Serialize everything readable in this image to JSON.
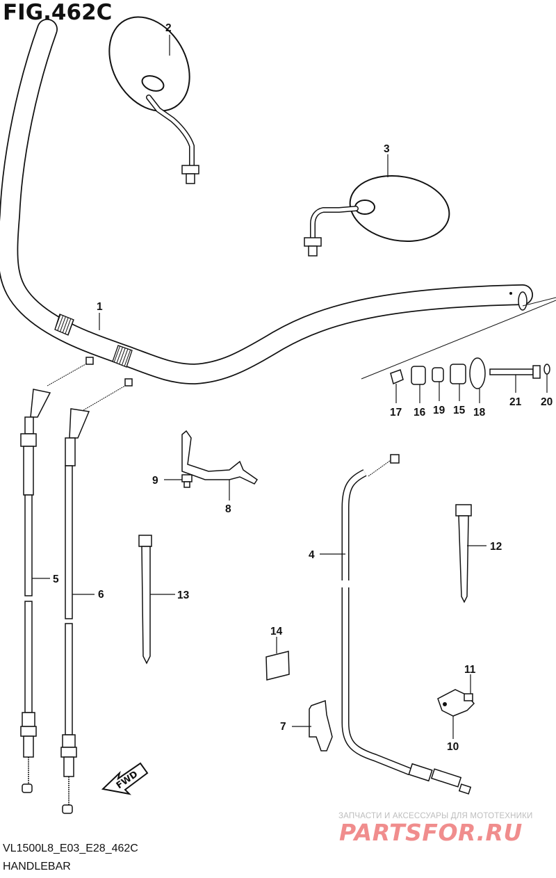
{
  "figure": {
    "title": "FIG.462C",
    "code": "VL1500L8_E03_E28_462C",
    "name": "HANDLEBAR"
  },
  "direction_marker": "FWD",
  "watermark": {
    "top_text": "ЗАПЧАСТИ И АКСЕССУАРЫ ДЛЯ МОТОТЕХНИКИ",
    "logo_text": "PARTSFOR.RU"
  },
  "callouts": [
    "1",
    "2",
    "3",
    "4",
    "5",
    "6",
    "7",
    "8",
    "9",
    "10",
    "11",
    "12",
    "13",
    "14",
    "15",
    "16",
    "17",
    "18",
    "19",
    "20",
    "21"
  ],
  "colors": {
    "line": "#111111",
    "watermark_logo": "#f08d8d",
    "watermark_text": "#bdbdbd"
  }
}
